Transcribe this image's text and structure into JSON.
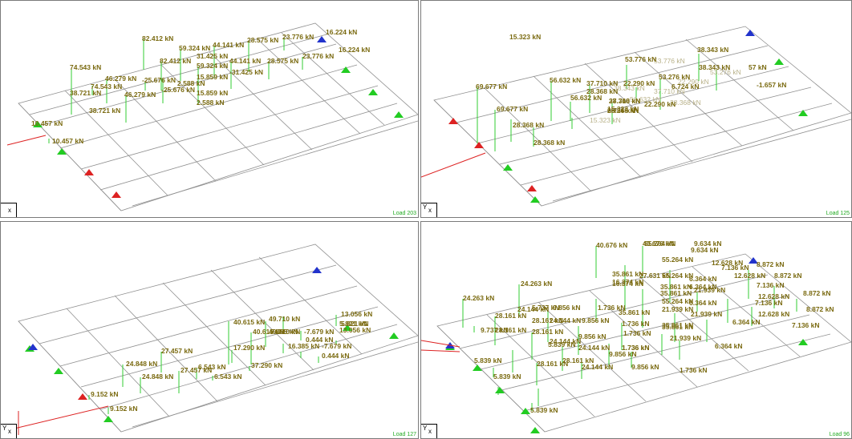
{
  "colors": {
    "grid": "#909090",
    "load_arrow": "#33cc33",
    "label": "#7a6a10",
    "support_green": "#22cc22",
    "support_red": "#dd2222",
    "support_blue": "#2233cc",
    "selection_line": "#dd2222"
  },
  "icons": {
    "axis": "axis-triad-icon",
    "support": "support-triangle-icon",
    "load": "load-arrow-icon"
  },
  "panels": [
    {
      "axis_glyphs": {
        "y": "",
        "x": "x"
      },
      "load_tag": "Load 203",
      "labels": [
        "82.412 kN",
        "59.324 kN",
        "44.141 kN",
        "28.575 kN",
        "23.776 kN",
        "16.224 kN",
        "74.543 kN",
        "46.279 kN",
        "82.412 kN",
        "31.425 kN",
        "59.324 kN",
        "44.141 kN",
        "28.575 kN",
        "23.776 kN",
        "16.224 kN",
        "74.543 kN",
        "-25.676 kN",
        "15.859 kN",
        "-31.425 kN",
        "38.721 kN",
        "2.588 kN",
        "46.279 kN",
        "-25.676 kN",
        "15.859 kN",
        "2.588 kN",
        "38.721 kN",
        "10.457 kN",
        "10.457 kN"
      ]
    },
    {
      "axis_glyphs": {
        "y": "Y",
        "x": "x"
      },
      "load_tag": "Load 125",
      "labels": [
        "53.776 kN",
        "38.343 kN",
        "69.677 kN",
        "56.632 kN",
        "37.710 kN",
        "22.290 kN",
        "53.276 kN",
        "6.724 kN",
        "38.343 kN",
        "57 kN",
        "28.368 kN",
        "56.632 kN",
        "-1.657 kN",
        "69.677 kN",
        "28.368 kN",
        "37.710 kN",
        "22.290 kN",
        "6.724 kN",
        "28.368 kN",
        "28.368 kN",
        "15.323 kN",
        "28.368 kN",
        "15.323 kN"
      ],
      "faint_labels": [
        "53.776 kN",
        "38.343 kN",
        "53.276 kN",
        "22.290 kN",
        "37.710 kN",
        "56.632 kN",
        "28.368 kN",
        "15.323 kN"
      ]
    },
    {
      "axis_glyphs": {
        "y": "Y",
        "x": "x"
      },
      "load_tag": "Load 127",
      "labels": [
        "49.710 kN",
        "40.615 kN",
        "49.710 kN",
        "13.056 kN",
        "5.821 kN",
        "40.615 kN",
        "7.085 kN",
        "-7.679 kN",
        "13.056 kN",
        "27.457 kN",
        "24.848 kN",
        "17.290 kN",
        "0.444 kN",
        "5.821 kN",
        "27.457 kN",
        "6.543 kN",
        "16.385 kN",
        "-7.679 kN",
        "24.848 kN",
        "6.543 kN",
        "37.290 kN",
        "0.444 kN",
        "9.152 kN",
        "9.152 kN"
      ]
    },
    {
      "axis_glyphs": {
        "y": "Y",
        "x": "x"
      },
      "load_tag": "Load 96",
      "labels": [
        "40.676 kN",
        "40.676 kN",
        "55.264 kN",
        "9.634 kN",
        "55.264 kN",
        "9.634 kN",
        "12.628 kN",
        "8.872 kN",
        "35.861 kN",
        "16.374 kN",
        "27.631 kN",
        "55.264 kN",
        "7.136 kN",
        "24.263 kN",
        "16.374 kN",
        "35.861 kN",
        "6.364 kN",
        "12.628 kN",
        "8.872 kN",
        "24.263 kN",
        "35.861 kN",
        "21.939 kN",
        "6.364 kN",
        "7.136 kN",
        "24.144 kN",
        "55.264 kN",
        "12.628 kN",
        "8.872 kN",
        "28.161 kN",
        "5.737 kN",
        "9.856 kN",
        "1.736 kN",
        "35.861 kN",
        "21.939 kN",
        "6.364 kN",
        "7.136 kN",
        "28.161 kN",
        "24.144 kN",
        "12.628 kN",
        "8.872 kN",
        "9.737 kN",
        "28.161 kN",
        "9.856 kN",
        "1.736 kN",
        "35.861 kN",
        "21.939 kN",
        "6.364 kN",
        "7.136 kN",
        "24.144 kN",
        "9.856 kN",
        "1.736 kN",
        "35.861 kN",
        "5.839 kN",
        "28.161 kN",
        "24.144 kN",
        "1.736 kN",
        "21.939 kN",
        "6.364 kN",
        "5.839 kN",
        "28.161 kN",
        "9.856 kN",
        "1.736 kN",
        "5.839 kN",
        "28.161 kN",
        "24.144 kN",
        "9.856 kN",
        "1.736 kN",
        "5.839 kN"
      ]
    }
  ]
}
